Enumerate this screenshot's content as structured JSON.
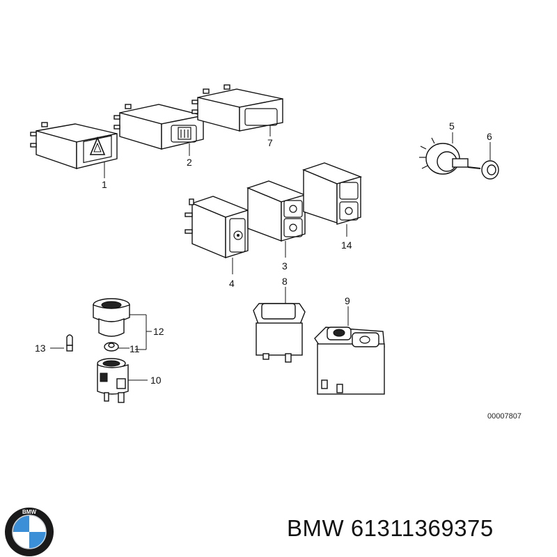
{
  "parts": {
    "p1": "1",
    "p2": "2",
    "p3": "3",
    "p4": "4",
    "p5": "5",
    "p6": "6",
    "p7": "7",
    "p8": "8",
    "p9": "9",
    "p10": "10",
    "p11": "11",
    "p12": "12",
    "p13": "13",
    "p14": "14"
  },
  "ref_code": "00007807",
  "caption": "BMW 61311369375",
  "logo": {
    "icon": "bmw-roundel-icon",
    "letters": "BMW",
    "colors": {
      "ring": "#1a1a1a",
      "blue": "#3a8fd6",
      "white": "#ffffff"
    }
  }
}
